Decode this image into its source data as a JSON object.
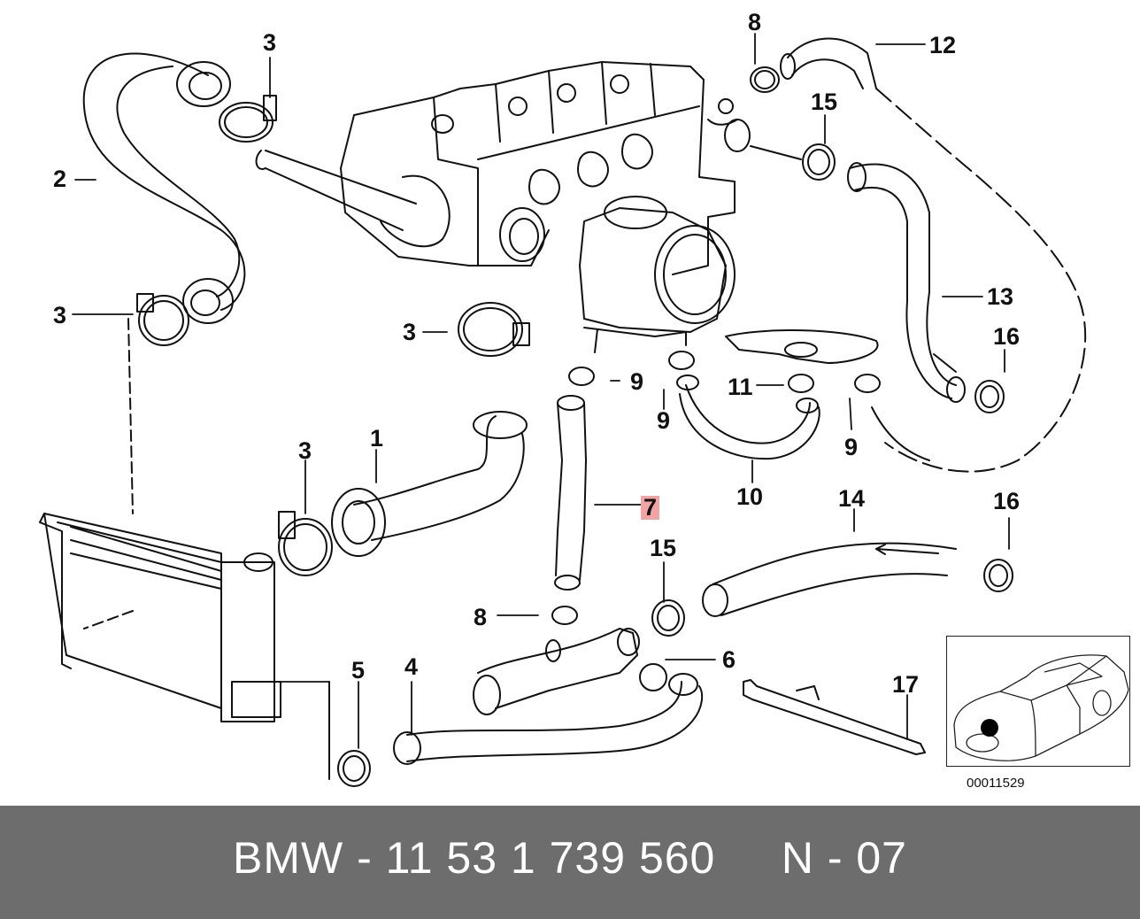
{
  "diagram": {
    "callouts": [
      {
        "id": "c1",
        "label": "1"
      },
      {
        "id": "c2",
        "label": "2"
      },
      {
        "id": "c3a",
        "label": "3"
      },
      {
        "id": "c3b",
        "label": "3"
      },
      {
        "id": "c3c",
        "label": "3"
      },
      {
        "id": "c3d",
        "label": "3"
      },
      {
        "id": "c4",
        "label": "4"
      },
      {
        "id": "c5",
        "label": "5"
      },
      {
        "id": "c6",
        "label": "6"
      },
      {
        "id": "c7",
        "label": "7",
        "highlighted": true
      },
      {
        "id": "c8a",
        "label": "8"
      },
      {
        "id": "c8b",
        "label": "8"
      },
      {
        "id": "c9a",
        "label": "9"
      },
      {
        "id": "c9b",
        "label": "9"
      },
      {
        "id": "c9c",
        "label": "9"
      },
      {
        "id": "c10",
        "label": "10"
      },
      {
        "id": "c11",
        "label": "11"
      },
      {
        "id": "c12",
        "label": "12"
      },
      {
        "id": "c13",
        "label": "13"
      },
      {
        "id": "c14",
        "label": "14"
      },
      {
        "id": "c15a",
        "label": "15"
      },
      {
        "id": "c15b",
        "label": "15"
      },
      {
        "id": "c16a",
        "label": "16"
      },
      {
        "id": "c16b",
        "label": "16"
      },
      {
        "id": "c17",
        "label": "17"
      }
    ],
    "reference_number": "00011529",
    "highlight_color": "#f2a3a3",
    "line_color": "#111111"
  },
  "footer": {
    "text": "BMW - 11 53 1 739 560     N - 07",
    "background": "#6d6d6d",
    "text_color": "#ffffff"
  }
}
